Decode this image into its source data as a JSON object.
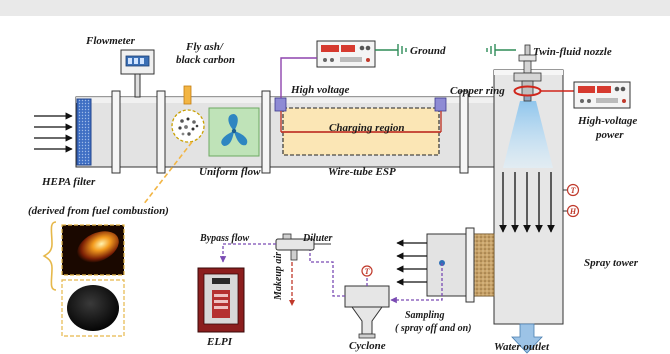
{
  "labels": {
    "flowmeter": "Flowmeter",
    "fly_ash_line1": "Fly ash/",
    "fly_ash_line2": "black carbon",
    "ground": "Ground",
    "twin_fluid_nozzle": "Twin-fluid nozzle",
    "high_voltage": "High voltage",
    "copper_ring": "Copper ring",
    "high_voltage_power_line1": "High-voltage",
    "high_voltage_power_line2": "power",
    "charging_region": "Charging region",
    "hepa_filter": "HEPA filter",
    "uniform_flow": "Uniform flow",
    "wire_tube_esp": "Wire-tube ESP",
    "fuel_combustion": "(derived from fuel combustion)",
    "bypass_flow": "Bypass flow",
    "diluter": "Diluter",
    "makeup_air": "Makeup air",
    "spray_tower": "Spray tower",
    "sampling_line1": "Sampling",
    "sampling_line2": "( spray off and on)",
    "elpi": "ELPI",
    "cyclone": "Cyclone",
    "water_outlet": "Water outlet",
    "temp_sensor": "T",
    "humidity_sensor": "H"
  },
  "colors": {
    "duct": "#e3e3e3",
    "hepa": "#3f6fc4",
    "uniform_flow_box": "#bfe3b8",
    "charging_region": "#fbe6b5",
    "high_voltage_wire": "#c0392b",
    "fly_ash_feed": "#f2b544",
    "sample_line": "#7a4bb3",
    "water_outlet_arrow": "#9cc3e6"
  }
}
